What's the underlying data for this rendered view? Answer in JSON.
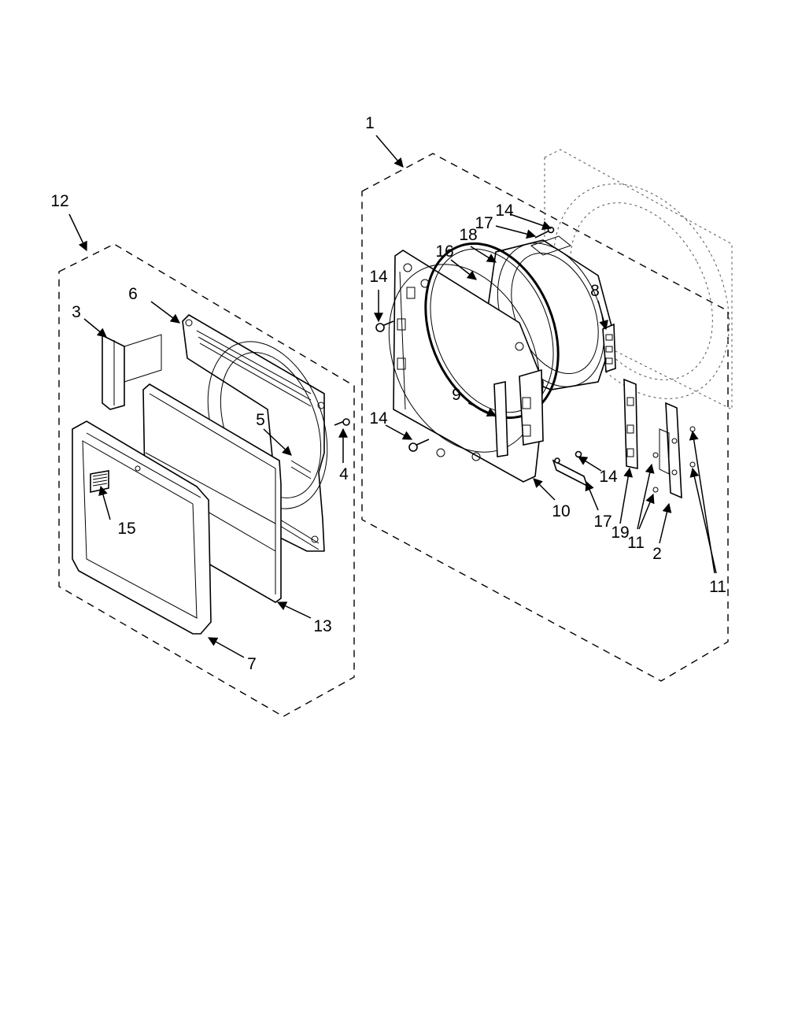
{
  "callouts": [
    {
      "id": "c1",
      "text": "1"
    },
    {
      "id": "c12",
      "text": "12"
    },
    {
      "id": "c3",
      "text": "3"
    },
    {
      "id": "c6",
      "text": "6"
    },
    {
      "id": "c5",
      "text": "5"
    },
    {
      "id": "c4",
      "text": "4"
    },
    {
      "id": "c15",
      "text": "15"
    },
    {
      "id": "c13",
      "text": "13"
    },
    {
      "id": "c7",
      "text": "7"
    },
    {
      "id": "c14a",
      "text": "14"
    },
    {
      "id": "c17a",
      "text": "17"
    },
    {
      "id": "c18",
      "text": "18"
    },
    {
      "id": "c16",
      "text": "16"
    },
    {
      "id": "c14b",
      "text": "14"
    },
    {
      "id": "c8",
      "text": "8"
    },
    {
      "id": "c9",
      "text": "9"
    },
    {
      "id": "c14c",
      "text": "14"
    },
    {
      "id": "c14d",
      "text": "14"
    },
    {
      "id": "c10",
      "text": "10"
    },
    {
      "id": "c17b",
      "text": "17"
    },
    {
      "id": "c19",
      "text": "19"
    },
    {
      "id": "c11a",
      "text": "11"
    },
    {
      "id": "c2",
      "text": "2"
    },
    {
      "id": "c11b",
      "text": "11"
    }
  ]
}
